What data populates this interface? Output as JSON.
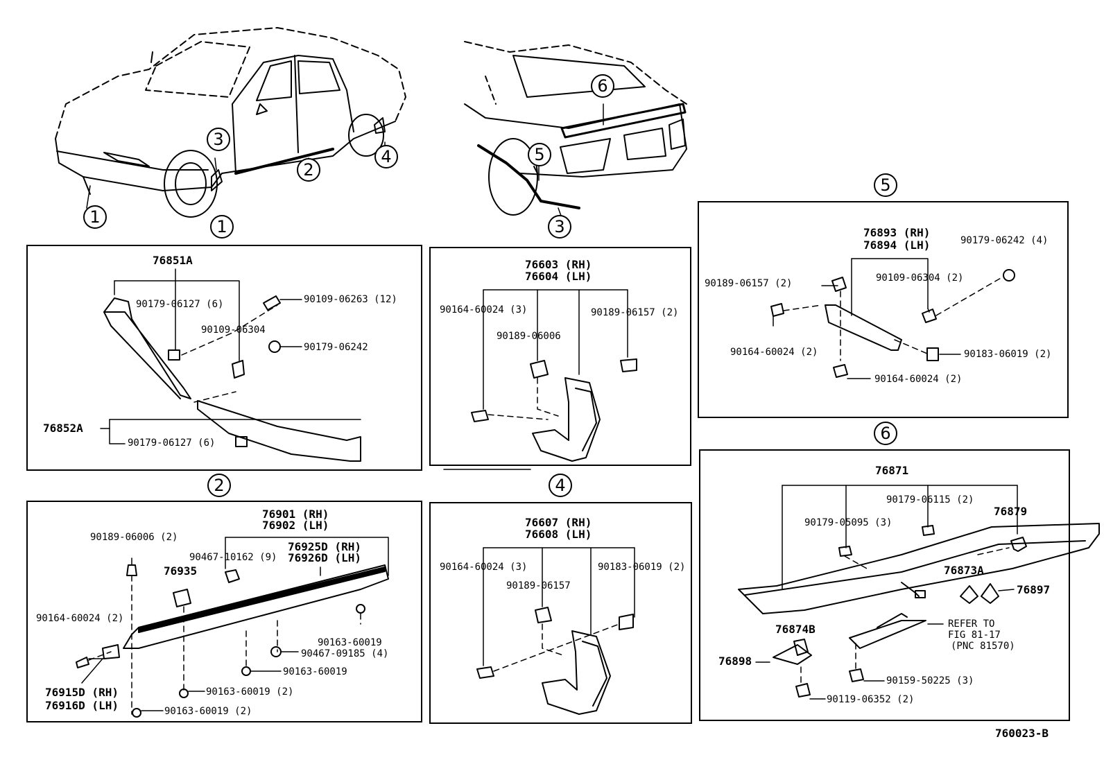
{
  "callouts": [
    "1",
    "2",
    "3",
    "4",
    "5",
    "6"
  ],
  "drawing_code": "760023-B",
  "panel1": {
    "p1": "76851A",
    "p2": "90179-06127 (6)",
    "p3": "90109-06304",
    "p4": "90109-06263 (12)",
    "p5": "90179-06242",
    "p6": "76852A",
    "p7": "90179-06127 (6)"
  },
  "panel2": {
    "p1": "76901 (RH)",
    "p2": "76902 (LH)",
    "p3": "76925D (RH)",
    "p4": "76926D (LH)",
    "p5": "90189-06006 (2)",
    "p6": "90467-10162 (9)",
    "p7": "76935",
    "p8": "90164-60024 (2)",
    "p9": "90163-60019",
    "p10": "90467-09185 (4)",
    "p11": "90163-60019",
    "p12": "90163-60019 (2)",
    "p13": "90163-60019 (2)",
    "p14": "76915D (RH)",
    "p15": "76916D (LH)"
  },
  "panel3": {
    "p1": "76603 (RH)",
    "p2": "76604 (LH)",
    "p3": "90164-60024 (3)",
    "p4": "90189-06157 (2)",
    "p5": "90189-06006"
  },
  "panel4": {
    "p1": "76607 (RH)",
    "p2": "76608 (LH)",
    "p3": "90164-60024 (3)",
    "p4": "90183-06019 (2)",
    "p5": "90189-06157"
  },
  "panel5": {
    "p1": "76893 (RH)",
    "p2": "76894 (LH)",
    "p3": "90179-06242 (4)",
    "p4": "90189-06157 (2)",
    "p5": "90109-06304 (2)",
    "p6": "90164-60024 (2)",
    "p7": "90183-06019 (2)",
    "p8": "90164-60024 (2)"
  },
  "panel6": {
    "p1": "76871",
    "p2": "90179-06115 (2)",
    "p3": "90179-05095 (3)",
    "p4": "76879",
    "p5": "76873A",
    "p6": "76897",
    "p7": "76874B",
    "p8": "REFER TO",
    "p9": "FIG 81-17",
    "p10": "(PNC 81570)",
    "p11": "76898",
    "p12": "90159-50225 (3)",
    "p13": "90119-06352 (2)"
  }
}
